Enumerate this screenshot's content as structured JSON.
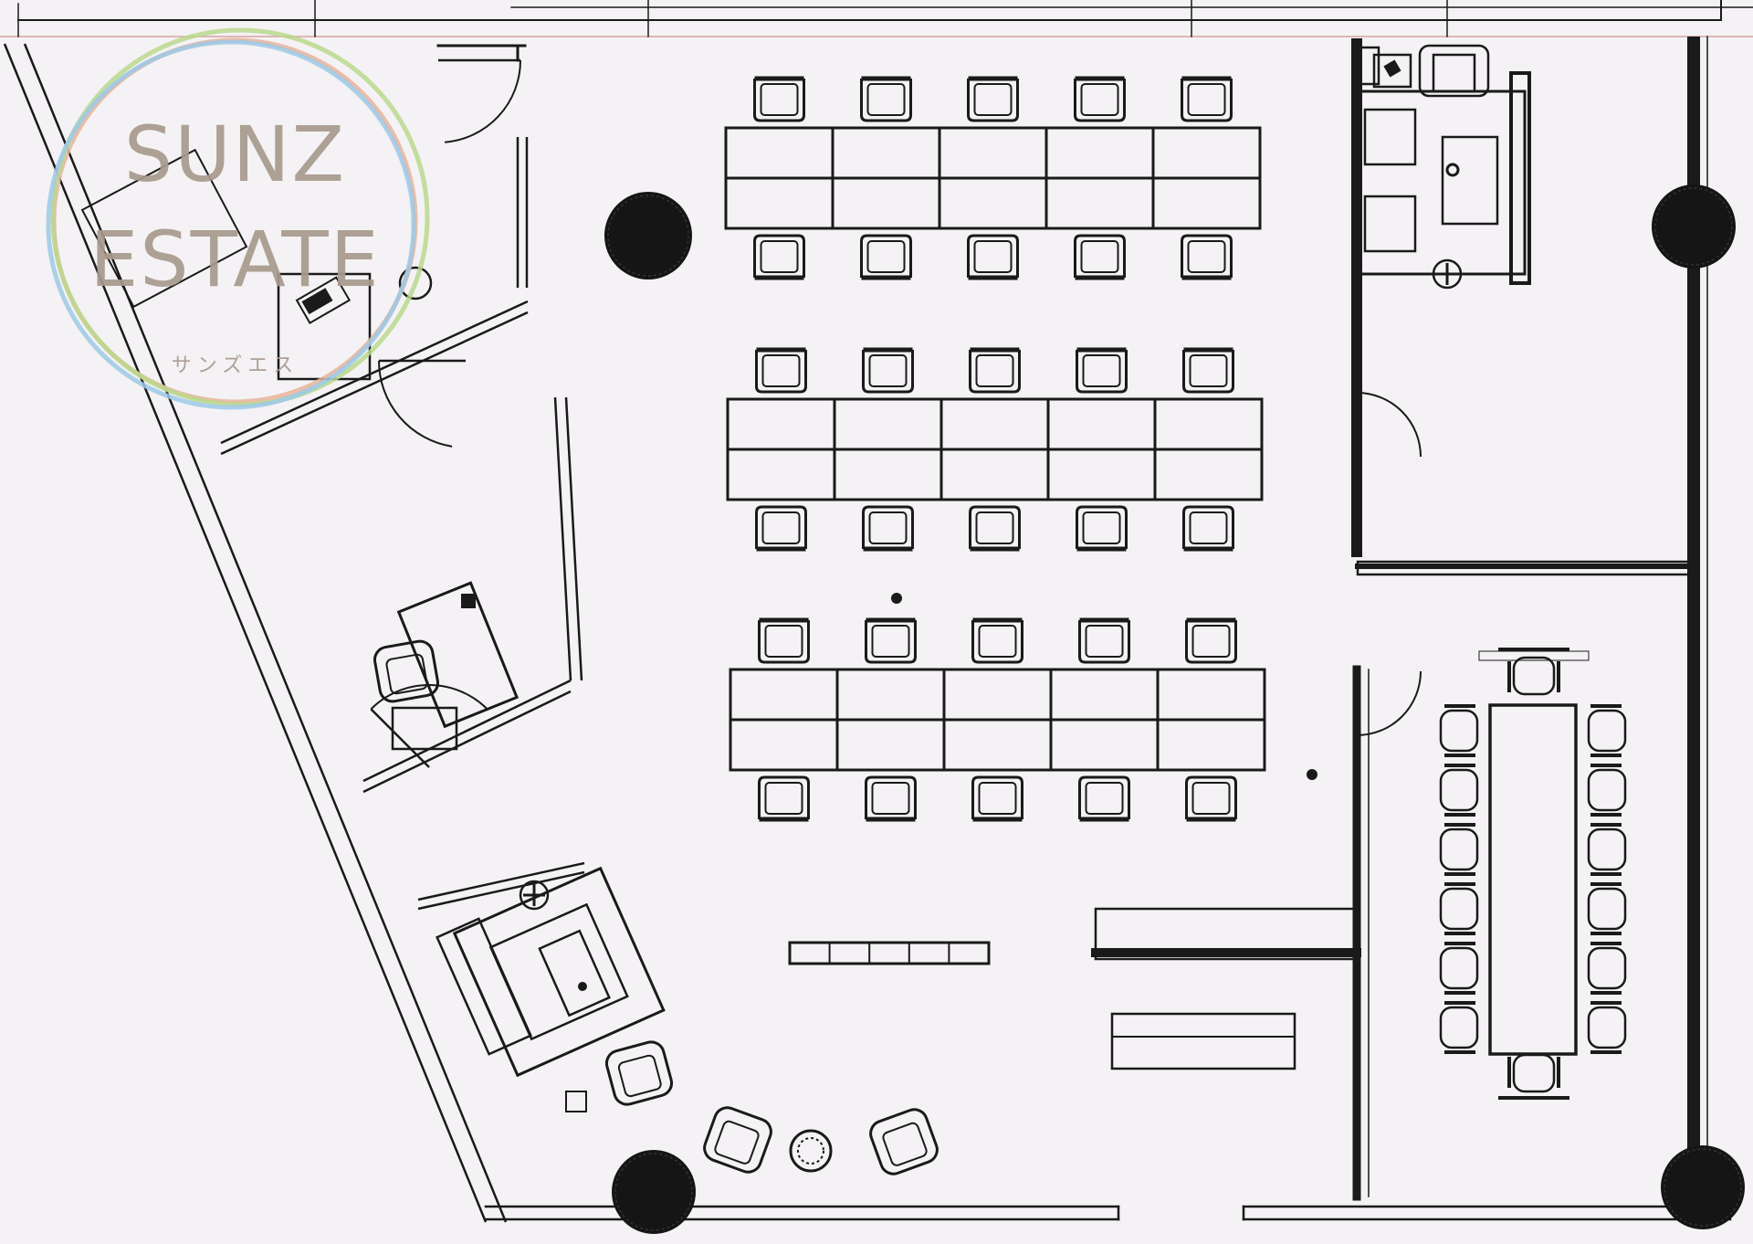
{
  "logo": {
    "line1": "SUNZ",
    "line2": "ESTATE",
    "sub": "サンズエス",
    "ring_colors": [
      "#9cc9e6",
      "#b8d98c",
      "#e8b39a"
    ],
    "text_color": "#a79a8c"
  },
  "colors": {
    "background": "#f4f2f4",
    "ink": "#1a1a1a",
    "column": "#151515",
    "property_line": "#d9a2a2"
  }
}
